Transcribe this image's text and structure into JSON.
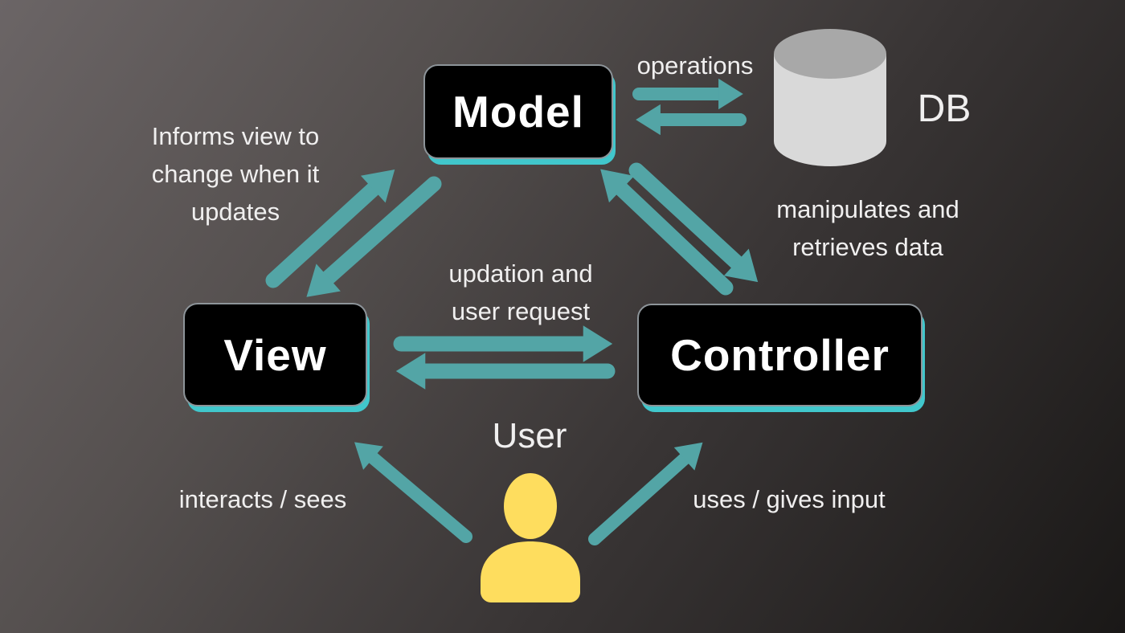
{
  "title": "MVC architecture diagram",
  "colors": {
    "teal": "#53a5a6",
    "cyan": "#41c7cc",
    "yellow": "#fedd5e",
    "dbtop": "#a8a8a8",
    "dbbody": "#d9d9d9",
    "text": "#f0efef",
    "boxborder": "#8d9499"
  },
  "nodes": {
    "model": "Model",
    "view": "View",
    "controller": "Controller",
    "db": "DB",
    "user": "User"
  },
  "annotations": {
    "operations": "operations",
    "informs": [
      "Informs view to",
      "change when it",
      "updates"
    ],
    "manipulates": [
      "manipulates and",
      "retrieves data"
    ],
    "updation": [
      "updation and",
      "user request"
    ],
    "interacts": "interacts / sees",
    "uses": "uses / gives input"
  }
}
